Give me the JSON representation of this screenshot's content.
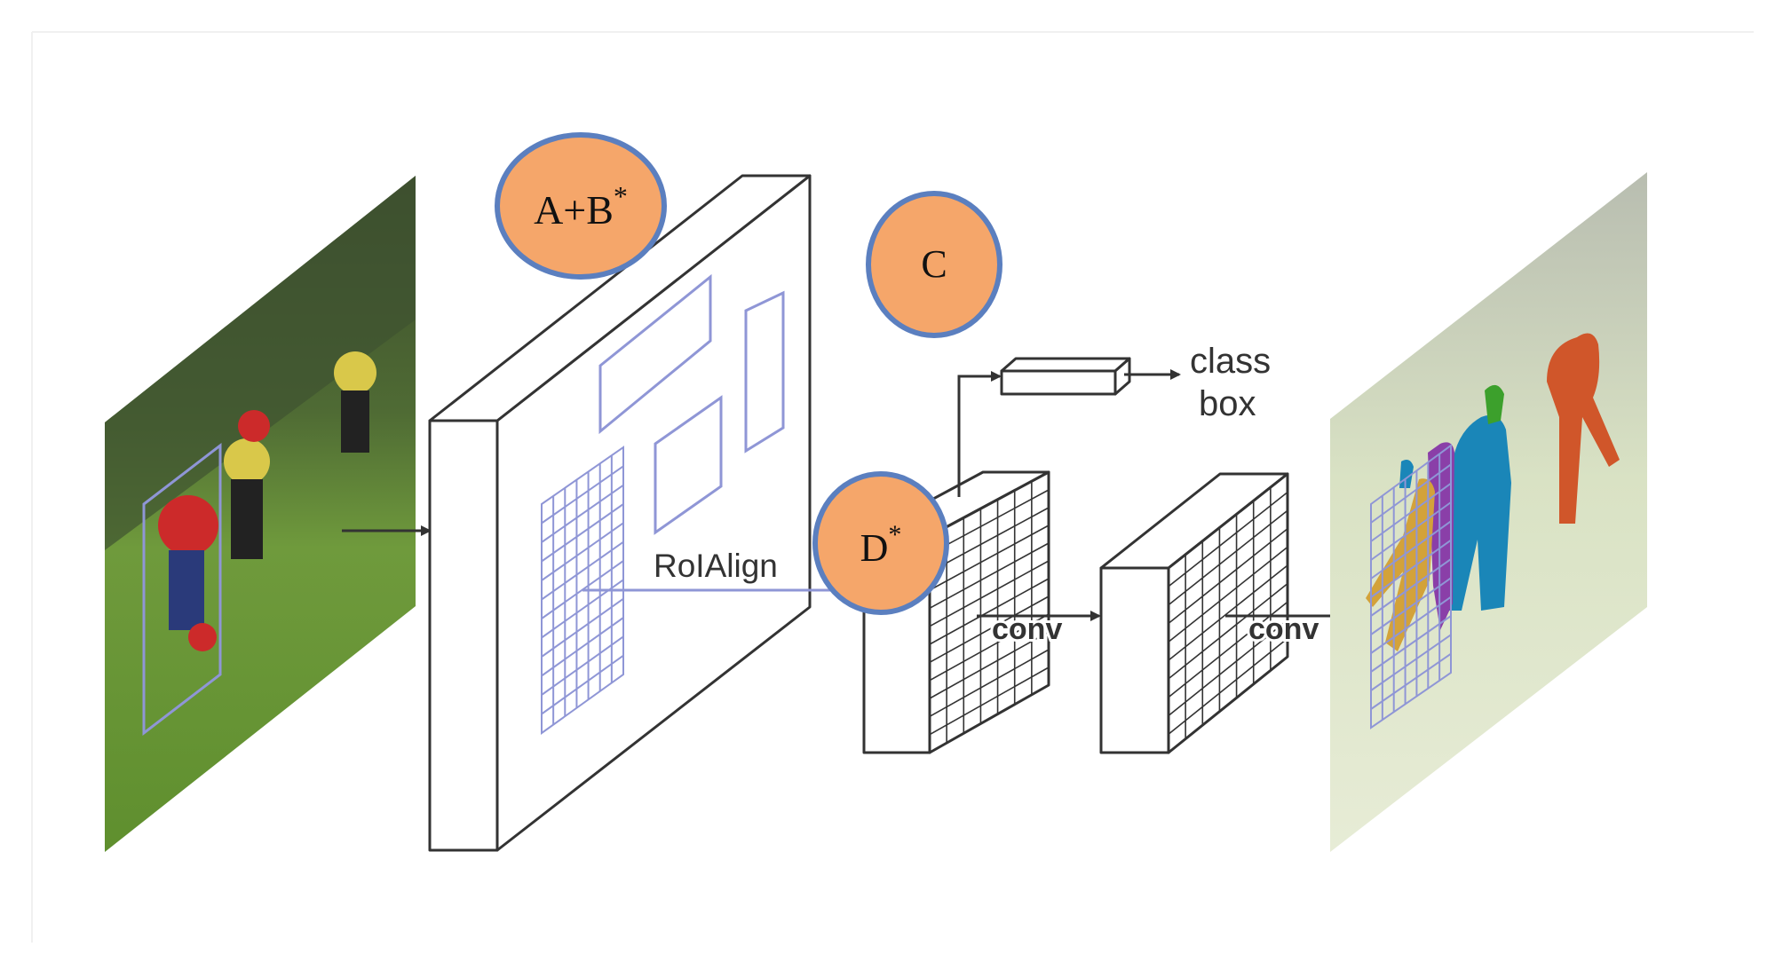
{
  "diagram": {
    "labels": {
      "roialign": "RoIAlign",
      "class": "class",
      "box": "box",
      "conv1": "conv",
      "conv2": "conv"
    },
    "markers": [
      {
        "id": "ab",
        "main": "A+B",
        "sup": "*"
      },
      {
        "id": "c",
        "main": "C",
        "sup": ""
      },
      {
        "id": "d",
        "main": "D",
        "sup": "*"
      }
    ],
    "colors": {
      "marker_fill": "#f5a66a",
      "marker_stroke": "#5b7fbf",
      "roi_stroke": "#8f96d6",
      "line": "#333333"
    }
  }
}
